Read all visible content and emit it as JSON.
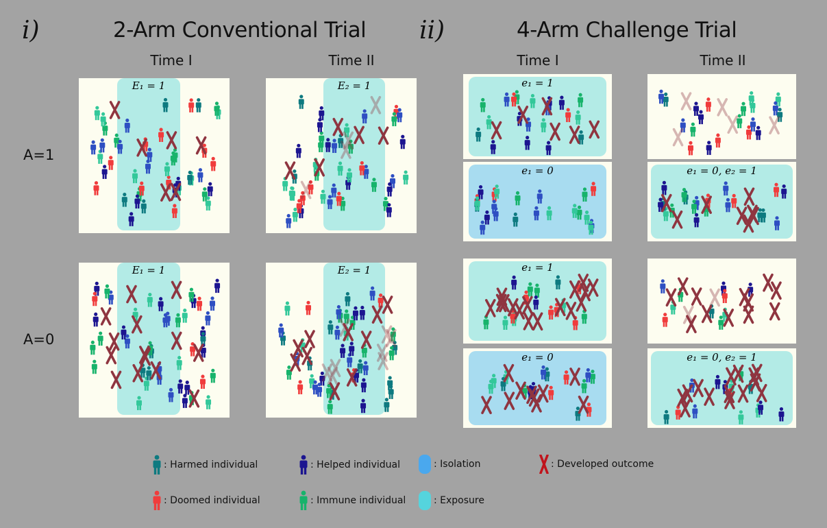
{
  "labels": {
    "left_roman": "i)",
    "right_roman": "ii)",
    "left_title": "2-Arm Conventional Trial",
    "right_title": "4-Arm Challenge Trial",
    "time1": "Time I",
    "time2": "Time II",
    "a1": "A=1",
    "a0": "A=0"
  },
  "panel_labels": {
    "conv_a1_t1": "E₁ = 1",
    "conv_a1_t2": "E₂ = 1",
    "conv_a0_t1": "E₁ = 1",
    "conv_a0_t2": "E₂ = 1",
    "ch_a1_e1_t1": "e₁ = 1",
    "ch_a1_e0_t1": "e₁ = 0",
    "ch_a1_e0_t2": "e₁ = 0, e₂ = 1",
    "ch_a0_e1_t1": "e₁ = 1",
    "ch_a0_e0_t1": "e₁ = 0",
    "ch_a0_e0_t2": "e₁ = 0, e₂ = 1"
  },
  "legend": {
    "harmed": ": Harmed individual",
    "doomed": ": Doomed individual",
    "helped": ": Helped individual",
    "immune": ": Immune individual",
    "isolation": ": Isolation",
    "exposure": ":  Exposure",
    "outcome": ": Developed outcome"
  },
  "colors": {
    "background": "#a3a3a3",
    "panel": "#fdfdf0",
    "exposure": "#b3ebe6",
    "isolation": "#a8dcf0",
    "harmed": "#0e7a80",
    "doomed": "#f03c3c",
    "helped_dark": "#1c1590",
    "helped": "#2e4fc2",
    "immune": "#17b36b",
    "immune_light": "#33c89a",
    "outcome": "#8f3540"
  },
  "icons": {
    "person": "person-icon",
    "outcome": "x-mark-icon",
    "isolation": "isolation-swatch-icon",
    "exposure": "exposure-swatch-icon"
  }
}
